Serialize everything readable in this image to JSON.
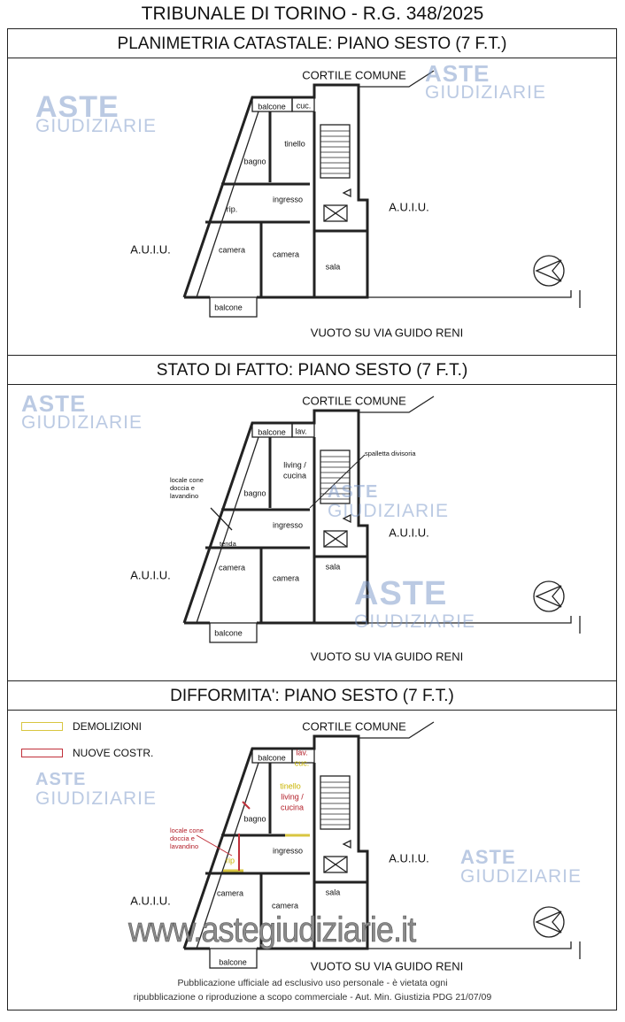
{
  "title": "TRIBUNALE DI TORINO - R.G. 348/2025",
  "panels": [
    {
      "heading": "PLANIMETRIA CATASTALE: PIANO SESTO (7 F.T.)",
      "cortile": "CORTILE COMUNE",
      "auiu_left": "A.U.I.U.",
      "auiu_right": "A.U.I.U.",
      "vuoto": "VUOTO SU VIA GUIDO RENI",
      "rooms": {
        "balcone_top": "balcone",
        "service": "cuc.",
        "living": "tinello",
        "bagno": "bagno",
        "rip": "rip.",
        "ingresso": "ingresso",
        "camera1": "camera",
        "camera2": "camera",
        "sala": "sala",
        "balcone_bottom": "balcone"
      }
    },
    {
      "heading": "STATO DI FATTO: PIANO SESTO (7 F.T.)",
      "cortile": "CORTILE COMUNE",
      "auiu_left": "A.U.I.U.",
      "auiu_right": "A.U.I.U.",
      "vuoto": "VUOTO SU VIA GUIDO RENI",
      "rooms": {
        "balcone_top": "balcone",
        "service": "lav.",
        "living1": "living /",
        "living2": "cucina",
        "bagno": "bagno",
        "locale1": "locale cone",
        "locale2": "doccia e",
        "locale3": "lavandino",
        "spalletta": "spalletta divisoria",
        "ingresso": "ingresso",
        "tenda": "tenda",
        "camera1": "camera",
        "camera2": "camera",
        "sala": "sala",
        "balcone_bottom": "balcone"
      }
    },
    {
      "heading": "DIFFORMITA': PIANO SESTO (7 F.T.)",
      "cortile": "CORTILE COMUNE",
      "auiu_left": "A.U.I.U.",
      "auiu_right": "A.U.I.U.",
      "vuoto": "VUOTO SU VIA GUIDO RENI",
      "legend": [
        {
          "label": "DEMOLIZIONI",
          "color": "#d8c640"
        },
        {
          "label": "NUOVE COSTR.",
          "color": "#c0303a"
        }
      ],
      "rooms": {
        "balcone_top": "balcone",
        "service_new": "lav.",
        "service_old": "cuc.",
        "living_old": "tinello",
        "living1": "living /",
        "living2": "cucina",
        "bagno": "bagno",
        "locale1": "locale cone",
        "locale2": "doccia e",
        "locale3": "lavandino",
        "rip": "rip",
        "ingresso": "ingresso",
        "camera1": "camera",
        "camera2": "camera",
        "sala": "sala",
        "balcone_bottom": "balcone"
      }
    }
  ],
  "watermark": {
    "line1": "ASTE",
    "line2": "GIUDIZIARIE",
    "site": "www.astegiudiziarie.it"
  },
  "footer": {
    "line1": "Pubblicazione ufficiale ad esclusivo uso personale - è vietata ogni",
    "line2": "ripubblicazione o riproduzione a scopo commerciale - Aut. Min. Giustizia PDG 21/07/09"
  }
}
